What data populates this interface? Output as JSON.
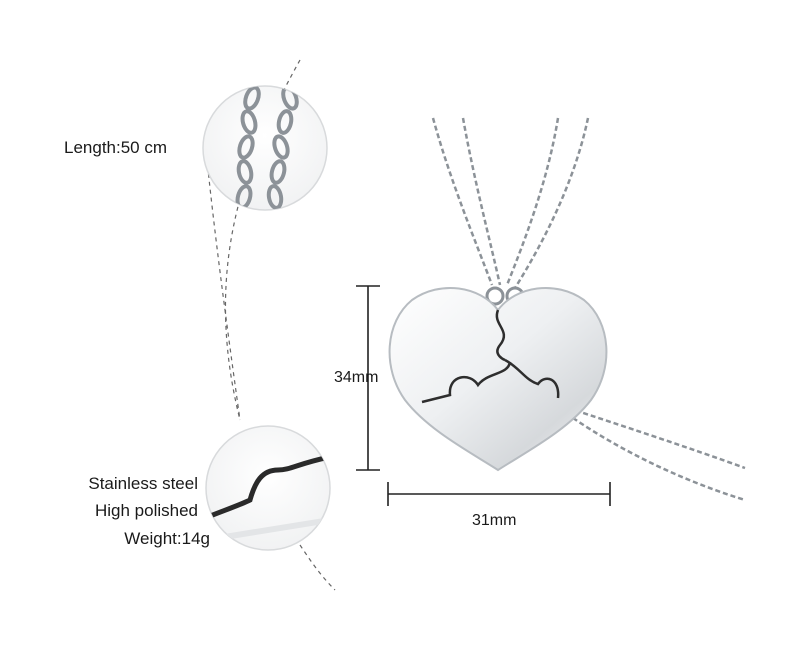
{
  "labels": {
    "length": "Length:50 cm",
    "material": "Stainless steel",
    "finish": "High polished",
    "weight": "Weight:14g"
  },
  "dimensions": {
    "height": "34mm",
    "width": "31mm"
  },
  "colors": {
    "metal_light": "#f4f5f6",
    "metal_dark": "#9aa0a6",
    "chain": "#8c9298",
    "line": "#222222",
    "dashed": "#666666"
  },
  "icons": [
    "chain-detail-circle",
    "puzzle-edge-detail-circle",
    "heart-pendant",
    "height-dimension-line",
    "width-dimension-line"
  ]
}
